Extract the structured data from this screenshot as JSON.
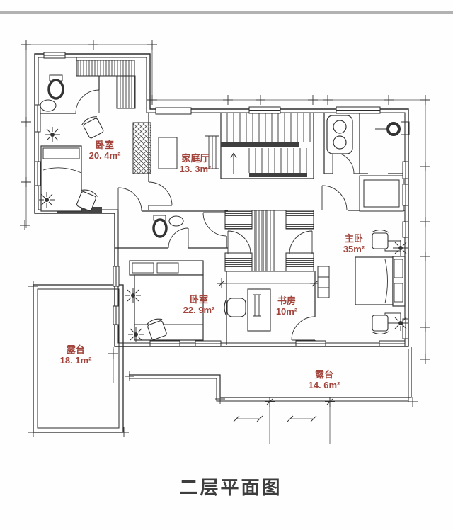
{
  "caption": "二层平面图",
  "colors": {
    "room_label": "#a2443c",
    "caption_text": "#3d3d3d",
    "linework": "#2b2b2b",
    "top_divider": "#b2b2b2",
    "hatch_dark": "#3f3f3f"
  },
  "rooms": [
    {
      "id": "bedroom-1",
      "name": "卧室",
      "area": "20. 4m²"
    },
    {
      "id": "family-hall",
      "name": "家庭厅",
      "area": "13. 3m²"
    },
    {
      "id": "master-bedroom",
      "name": "主卧",
      "area": "35m²"
    },
    {
      "id": "bedroom-2",
      "name": "卧室",
      "area": "22. 9m²"
    },
    {
      "id": "study",
      "name": "书房",
      "area": "10m²"
    },
    {
      "id": "terrace-1",
      "name": "露台",
      "area": "18. 1m²"
    },
    {
      "id": "terrace-2",
      "name": "露台",
      "area": "14. 6m²"
    }
  ]
}
